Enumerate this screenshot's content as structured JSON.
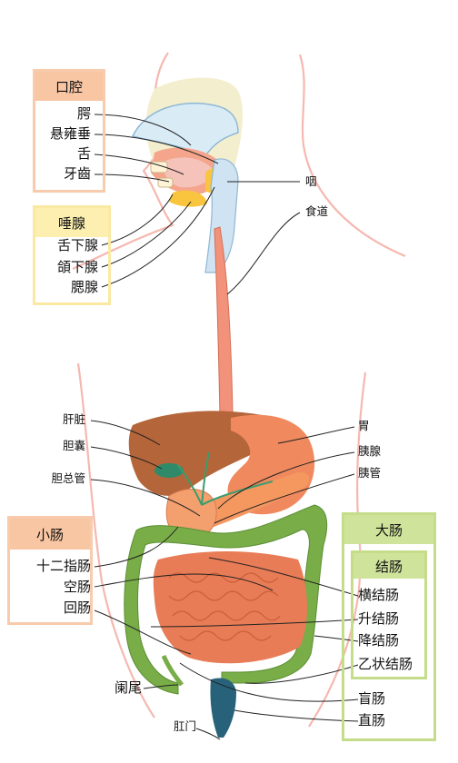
{
  "colors": {
    "oral_header": "#f9c6a4",
    "oral_border": "#f7cbab",
    "salivary_header": "#fcefb0",
    "salivary_border": "#fae9a3",
    "small_int_header": "#f9c6a4",
    "small_int_border": "#f7cbab",
    "large_int_header": "#cfe39b",
    "large_int_border": "#c5dd8a",
    "liver": "#b5653a",
    "stomach": "#f08a5e",
    "small_intestine": "#e87c56",
    "colon": "#79ad48",
    "esophagus": "#f3927a",
    "gallbladder": "#2f8a6a",
    "pancreas": "#f59860",
    "rectum": "#27627a"
  },
  "groups": {
    "oral": {
      "title": "口腔",
      "items": [
        "腭",
        "悬雍垂",
        "舌",
        "牙齒"
      ]
    },
    "salivary": {
      "title": "唾腺",
      "items": [
        "舌下腺",
        "頜下腺",
        "腮腺"
      ]
    },
    "small_intestine": {
      "title": "小肠",
      "items": [
        "十二指肠",
        "空肠",
        "回肠"
      ]
    },
    "large_intestine": {
      "title": "大肠",
      "sub_title": "结肠",
      "items": [
        "横结肠",
        "升结肠",
        "降结肠",
        "乙状结肠",
        "盲肠",
        "直肠"
      ]
    }
  },
  "labels": {
    "pharynx": "咽",
    "esophagus": "食道",
    "liver": "肝脏",
    "gallbladder": "胆囊",
    "common_bile_duct": "胆总管",
    "stomach": "胃",
    "pancreas": "胰腺",
    "pancreatic_duct": "胰管",
    "appendix": "阑尾",
    "anus": "肛门"
  }
}
